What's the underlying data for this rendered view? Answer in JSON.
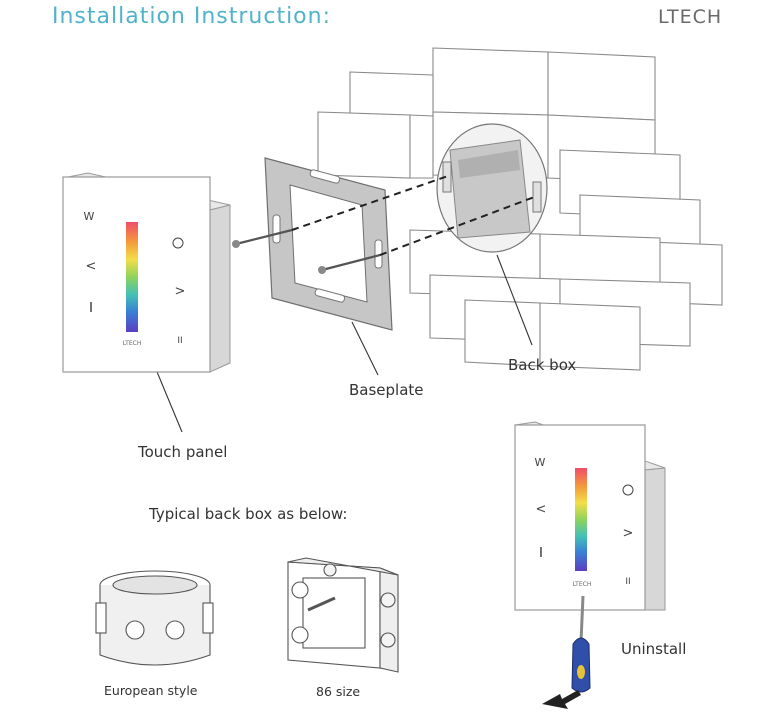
{
  "header": {
    "title": "Installation Instruction:",
    "logo": "LTECH"
  },
  "labels": {
    "touch_panel": "Touch panel",
    "baseplate": "Baseplate",
    "back_box": "Back box",
    "typical_back_box": "Typical back box as below:",
    "european_style": "European style",
    "size_86": "86 size",
    "uninstall": "Uninstall"
  },
  "panel": {
    "key_w": "W",
    "key_on": "ON",
    "key_pause": "II",
    "brand": "LTECH",
    "slider_colors": [
      "#e84a5f",
      "#f08a3c",
      "#f6d64a",
      "#a6d96a",
      "#4cc3a0",
      "#3fa3d9",
      "#3b5bd0",
      "#7a3fc4"
    ]
  },
  "colors": {
    "accent": "#4fb3c9",
    "logo": "#6a6a6a",
    "screwdriver_handle": "#2f4fa8",
    "screwdriver_tip": "#e4c23a"
  }
}
